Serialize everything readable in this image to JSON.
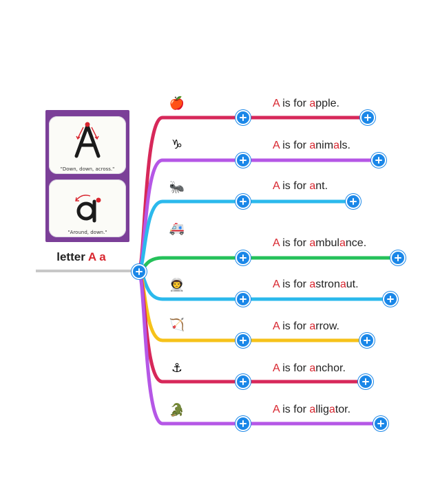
{
  "root": {
    "label_prefix": "letter ",
    "label_letters": "A a",
    "card": {
      "upper_letter": "A",
      "upper_caption": "\"Down, down, across.\"",
      "lower_letter": "a",
      "lower_caption": "\"Around, down.\""
    }
  },
  "colors": {
    "highlight": "#d8252e",
    "plus_button": "#1a87e8",
    "root_line": "#c8c8c8",
    "card_bg": "#7b3f98"
  },
  "branches": [
    {
      "icon": "apple-icon",
      "glyph": "🍎",
      "word": "apple",
      "highlight": [
        0
      ],
      "color": "#d7285a",
      "short": true
    },
    {
      "icon": "capricorn-icon",
      "glyph": "♑",
      "word": "animals",
      "highlight": [
        0,
        4
      ],
      "color": "#b557e6",
      "short": false
    },
    {
      "icon": "ant-icon",
      "glyph": "🐜",
      "word": "ant",
      "highlight": [
        0
      ],
      "color": "#2bb9ec",
      "short": true
    },
    {
      "icon": "ambulance-icon",
      "glyph": "🚑",
      "word": "ambulance",
      "highlight": [
        0,
        5
      ],
      "color": "#25c15a",
      "short": false
    },
    {
      "icon": "astronaut-icon",
      "glyph": "👨‍🚀",
      "word": "astronaut",
      "highlight": [
        0,
        6
      ],
      "color": "#2bb9ec",
      "short": false
    },
    {
      "icon": "bow-and-arrow-icon",
      "glyph": "🏹",
      "word": "arrow",
      "highlight": [
        0
      ],
      "color": "#f6c21a",
      "short": true
    },
    {
      "icon": "anchor-icon",
      "glyph": "⚓",
      "word": "anchor",
      "highlight": [
        0
      ],
      "color": "#d7285a",
      "short": true
    },
    {
      "icon": "crocodile-icon",
      "glyph": "🐊",
      "word": "alligator",
      "highlight": [
        0,
        5
      ],
      "color": "#b557e6",
      "short": true
    }
  ],
  "sentence": {
    "prefix_letter": "A",
    "middle": " is for ",
    "suffix": "."
  }
}
